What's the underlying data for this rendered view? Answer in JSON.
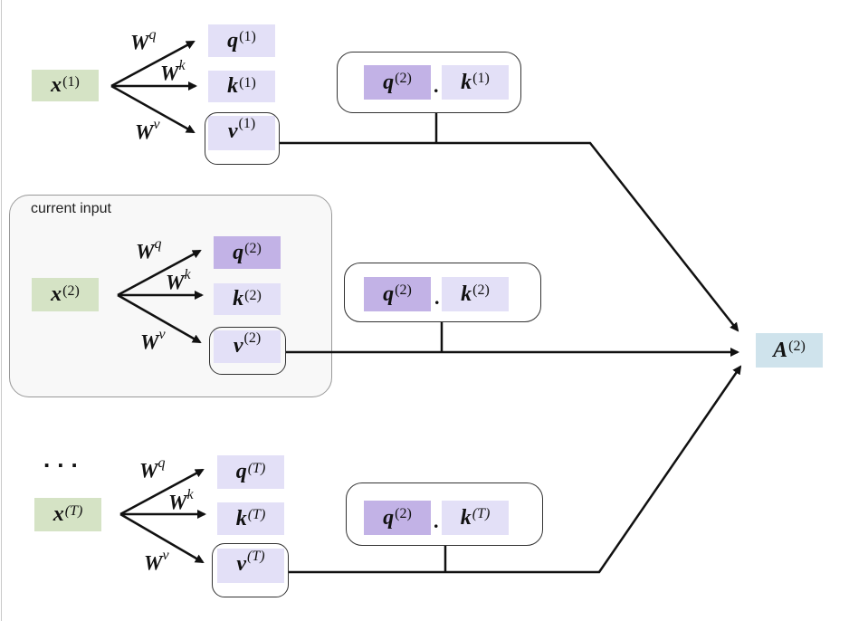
{
  "title": "Self-attention computation for the second input",
  "colors": {
    "input_box": "#d5e3c5",
    "query_current": "#c2b2e6",
    "qkv_box": "#e3e0f7",
    "output_box": "#cfe3ec",
    "container_bg": "#f8f8f8",
    "line": "#111111"
  },
  "current_input_label": "current input",
  "ellipsis": "...",
  "dot_operator": ".",
  "weights": {
    "query": {
      "base": "W",
      "sup": "q"
    },
    "key": {
      "base": "W",
      "sup": "k"
    },
    "value": {
      "base": "W",
      "sup": "v"
    }
  },
  "rows": [
    {
      "input": {
        "base": "x",
        "sup": "(1)"
      },
      "query": {
        "base": "q",
        "sup": "(1)"
      },
      "key": {
        "base": "k",
        "sup": "(1)"
      },
      "value": {
        "base": "v",
        "sup": "(1)"
      },
      "dot_product": {
        "left": {
          "base": "q",
          "sup": "(2)"
        },
        "right": {
          "base": "k",
          "sup": "(1)"
        }
      }
    },
    {
      "input": {
        "base": "x",
        "sup": "(2)"
      },
      "query": {
        "base": "q",
        "sup": "(2)"
      },
      "key": {
        "base": "k",
        "sup": "(2)"
      },
      "value": {
        "base": "v",
        "sup": "(2)"
      },
      "dot_product": {
        "left": {
          "base": "q",
          "sup": "(2)"
        },
        "right": {
          "base": "k",
          "sup": "(2)"
        }
      }
    },
    {
      "input": {
        "base": "x",
        "sup": "(T)"
      },
      "query": {
        "base": "q",
        "sup": "(T)"
      },
      "key": {
        "base": "k",
        "sup": "(T)"
      },
      "value": {
        "base": "v",
        "sup": "(T)"
      },
      "dot_product": {
        "left": {
          "base": "q",
          "sup": "(2)"
        },
        "right": {
          "base": "k",
          "sup": "(T)"
        }
      }
    }
  ],
  "output": {
    "base": "A",
    "sup": "(2)"
  }
}
